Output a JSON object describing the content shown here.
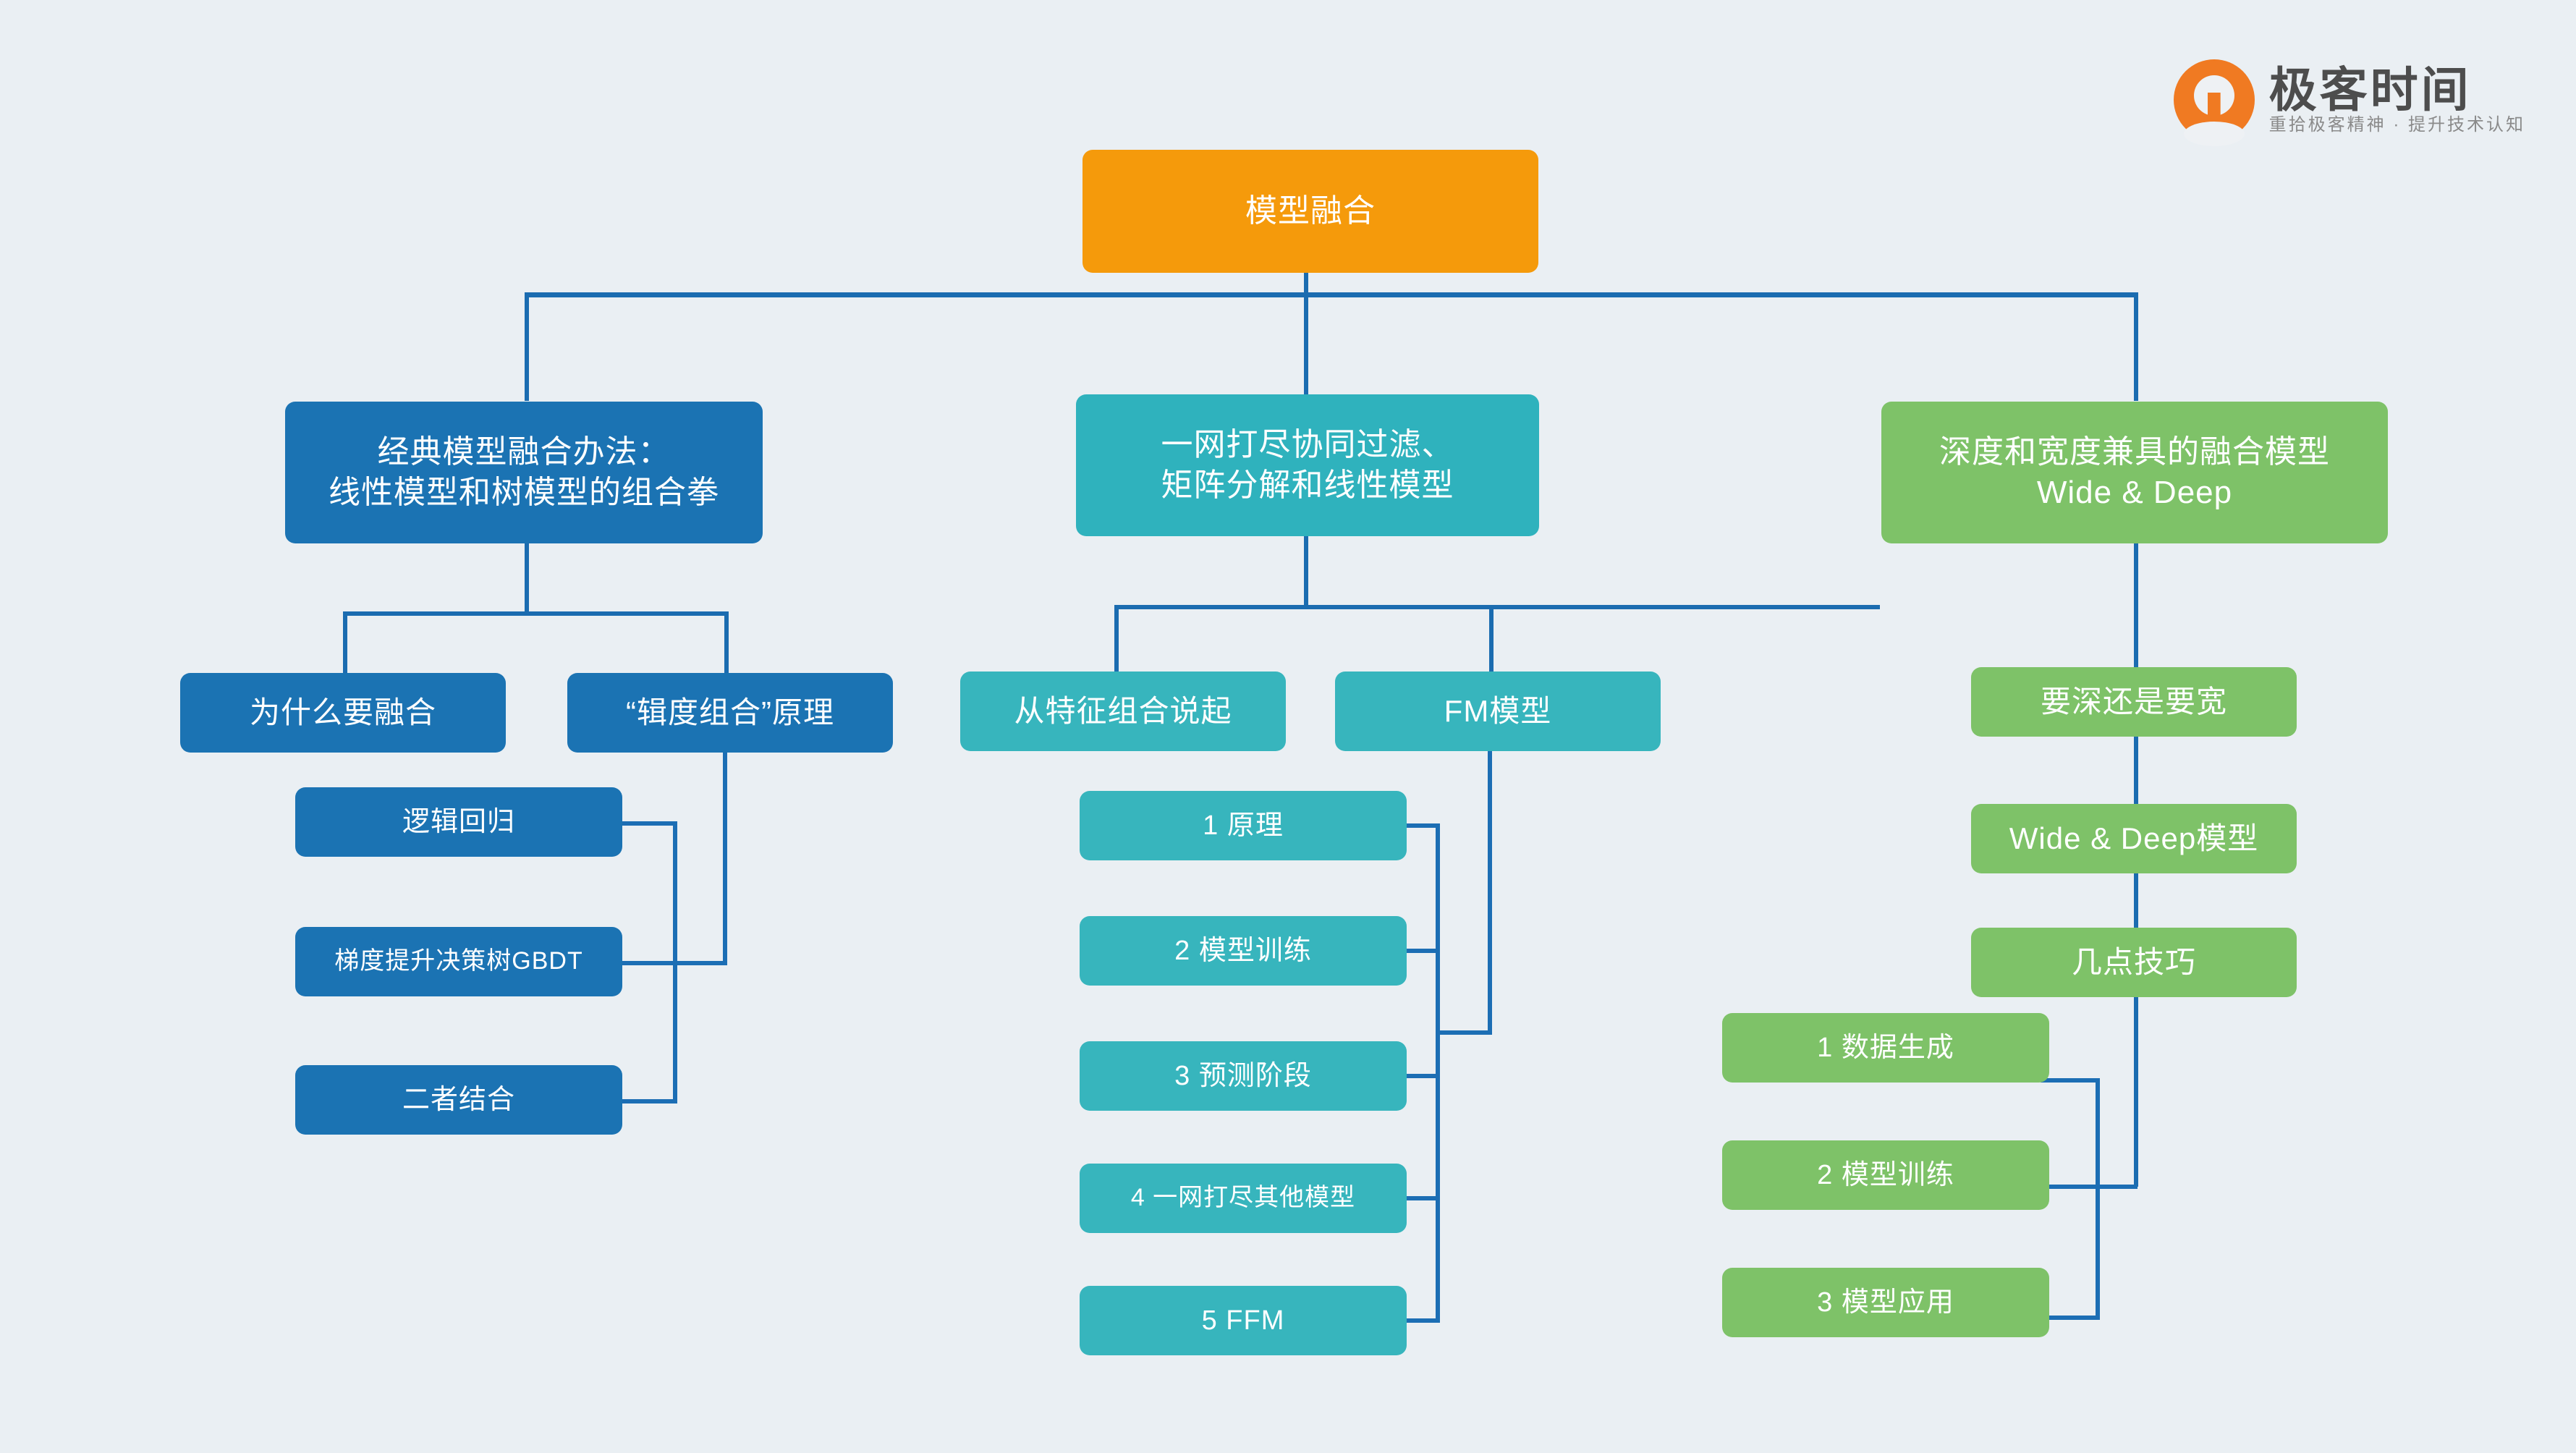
{
  "logo": {
    "brand": "极客时间",
    "tagline": "重拾极客精神 · 提升技术认知"
  },
  "colors": {
    "background": "#eaeff3",
    "root": "#f59a0b",
    "branch_blue": "#1b73b3",
    "branch_teal": "#2fb2bd",
    "branch_green": "#7ec268",
    "connector": "#1b6cb0",
    "node_text": "#ffffff"
  },
  "root": {
    "label": "模型融合"
  },
  "branches": [
    {
      "label": "经典模型融合办法：\n线性模型和树模型的组合拳",
      "color": "blue",
      "children": [
        {
          "label": "为什么要融合",
          "children": []
        },
        {
          "label": "“辑度组合”原理",
          "children": [
            {
              "label": "逻辑回归"
            },
            {
              "label": "梯度提升决策树GBDT"
            },
            {
              "label": "二者结合"
            }
          ]
        }
      ]
    },
    {
      "label": "一网打尽协同过滤、\n矩阵分解和线性模型",
      "color": "teal",
      "children": [
        {
          "label": "从特征组合说起",
          "children": []
        },
        {
          "label": "FM模型",
          "children": [
            {
              "label": "1 原理"
            },
            {
              "label": "2 模型训练"
            },
            {
              "label": "3 预测阶段"
            },
            {
              "label": "4 一网打尽其他模型"
            },
            {
              "label": "5 FFM"
            }
          ]
        }
      ]
    },
    {
      "label": "深度和宽度兼具的融合模型\nWide & Deep",
      "color": "green",
      "children": [
        {
          "label": "要深还是要宽"
        },
        {
          "label": "Wide & Deep模型"
        },
        {
          "label": "几点技巧",
          "children": [
            {
              "label": "1 数据生成"
            },
            {
              "label": "2 模型训练"
            },
            {
              "label": "3 模型应用"
            }
          ]
        }
      ]
    }
  ]
}
